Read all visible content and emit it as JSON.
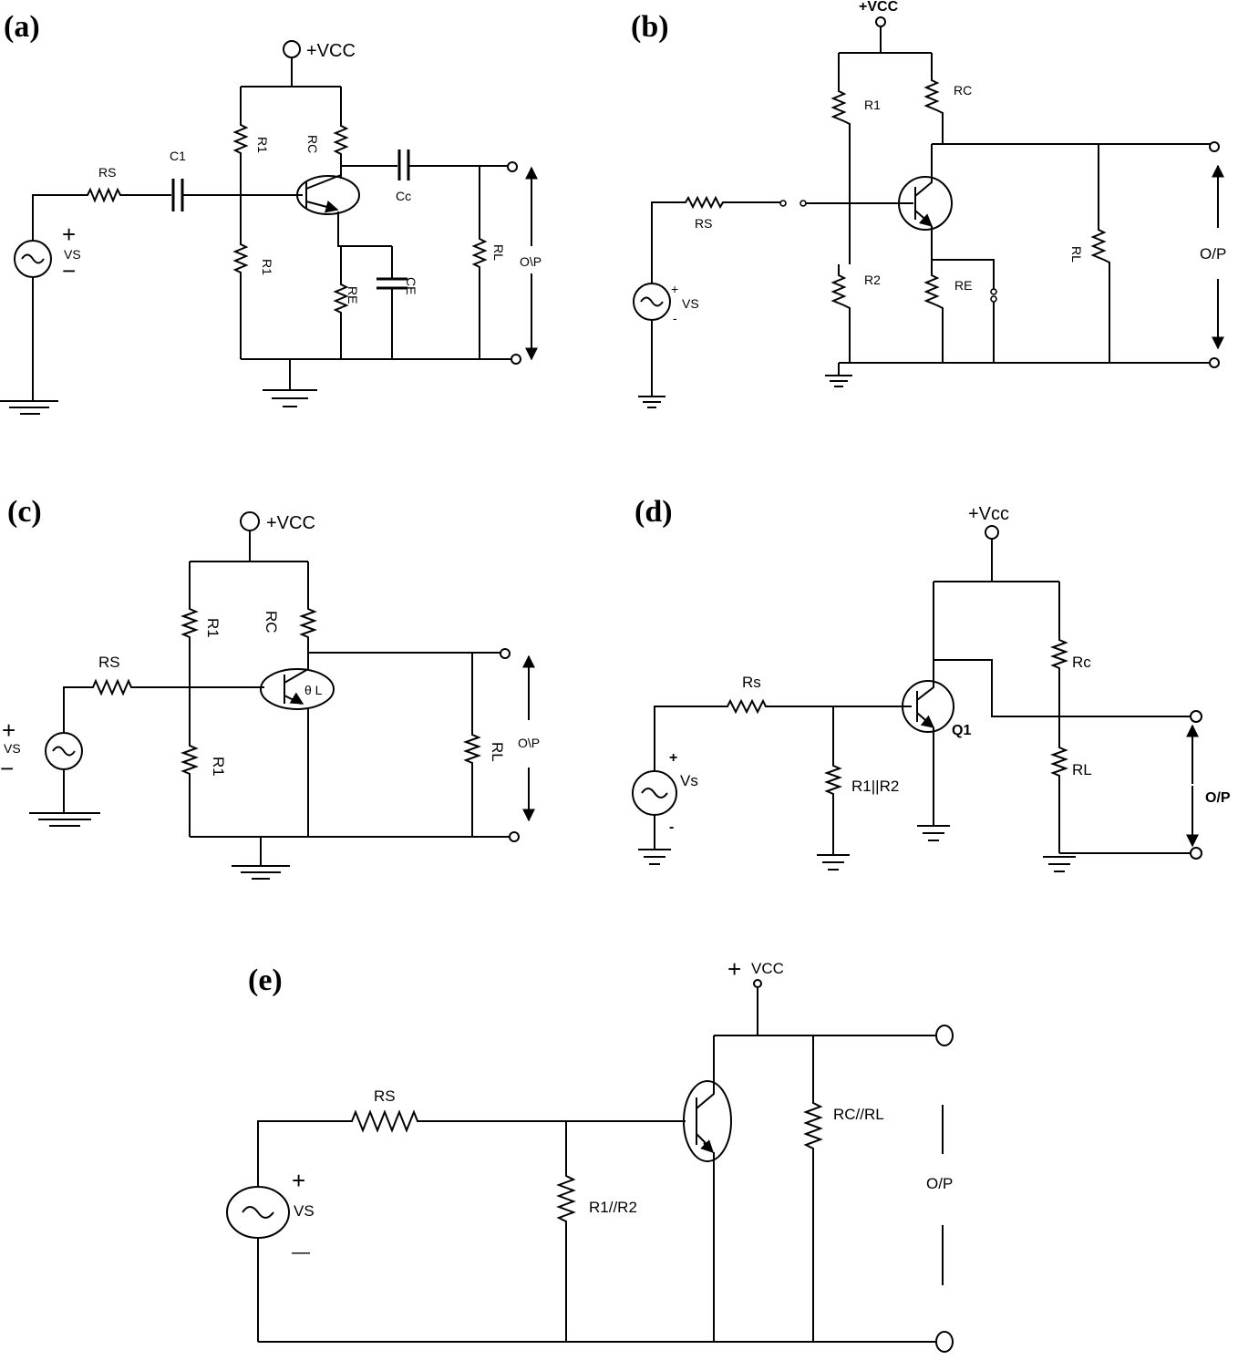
{
  "panels": {
    "a": {
      "label": "(a)",
      "vcc": "+VCC",
      "rs": "RS",
      "c1": "C1",
      "r1_top": "R1",
      "rc": "RC",
      "r1_bottom": "R1",
      "re": "RE",
      "ce": "CE",
      "cc": "Cc",
      "rl": "RL",
      "vs": "VS",
      "plus": "+",
      "minus": "−",
      "output": "O\\P"
    },
    "b": {
      "label": "(b)",
      "vcc": "+VCC",
      "r1": "R1",
      "rc": "RC",
      "rs": "RS",
      "r2": "R2",
      "re": "RE",
      "rl": "RL",
      "vs": "VS",
      "plus": "+",
      "minus": "-",
      "output": "O/P"
    },
    "c": {
      "label": "(c)",
      "vcc": "+VCC",
      "r1_top": "R1",
      "rc": "RC",
      "rs": "RS",
      "r1_bottom": "R1",
      "rl": "RL",
      "vs": "VS",
      "plus": "+",
      "minus": "−",
      "transistor": "θ L",
      "output": "O\\P"
    },
    "d": {
      "label": "(d)",
      "vcc": "+Vcc",
      "rs": "Rs",
      "r12": "R1||R2",
      "rc": "Rc",
      "rl": "RL",
      "q": "Q1",
      "vs": "Vs",
      "plus": "+",
      "minus": "-",
      "output": "O/P"
    },
    "e": {
      "label": "(e)",
      "vcc": "VCC",
      "vcc_plus": "+",
      "rs": "RS",
      "r12": "R1//R2",
      "rcrl": "RC//RL",
      "vs": "VS",
      "plus": "+",
      "minus": "—",
      "output": "O/P"
    }
  }
}
